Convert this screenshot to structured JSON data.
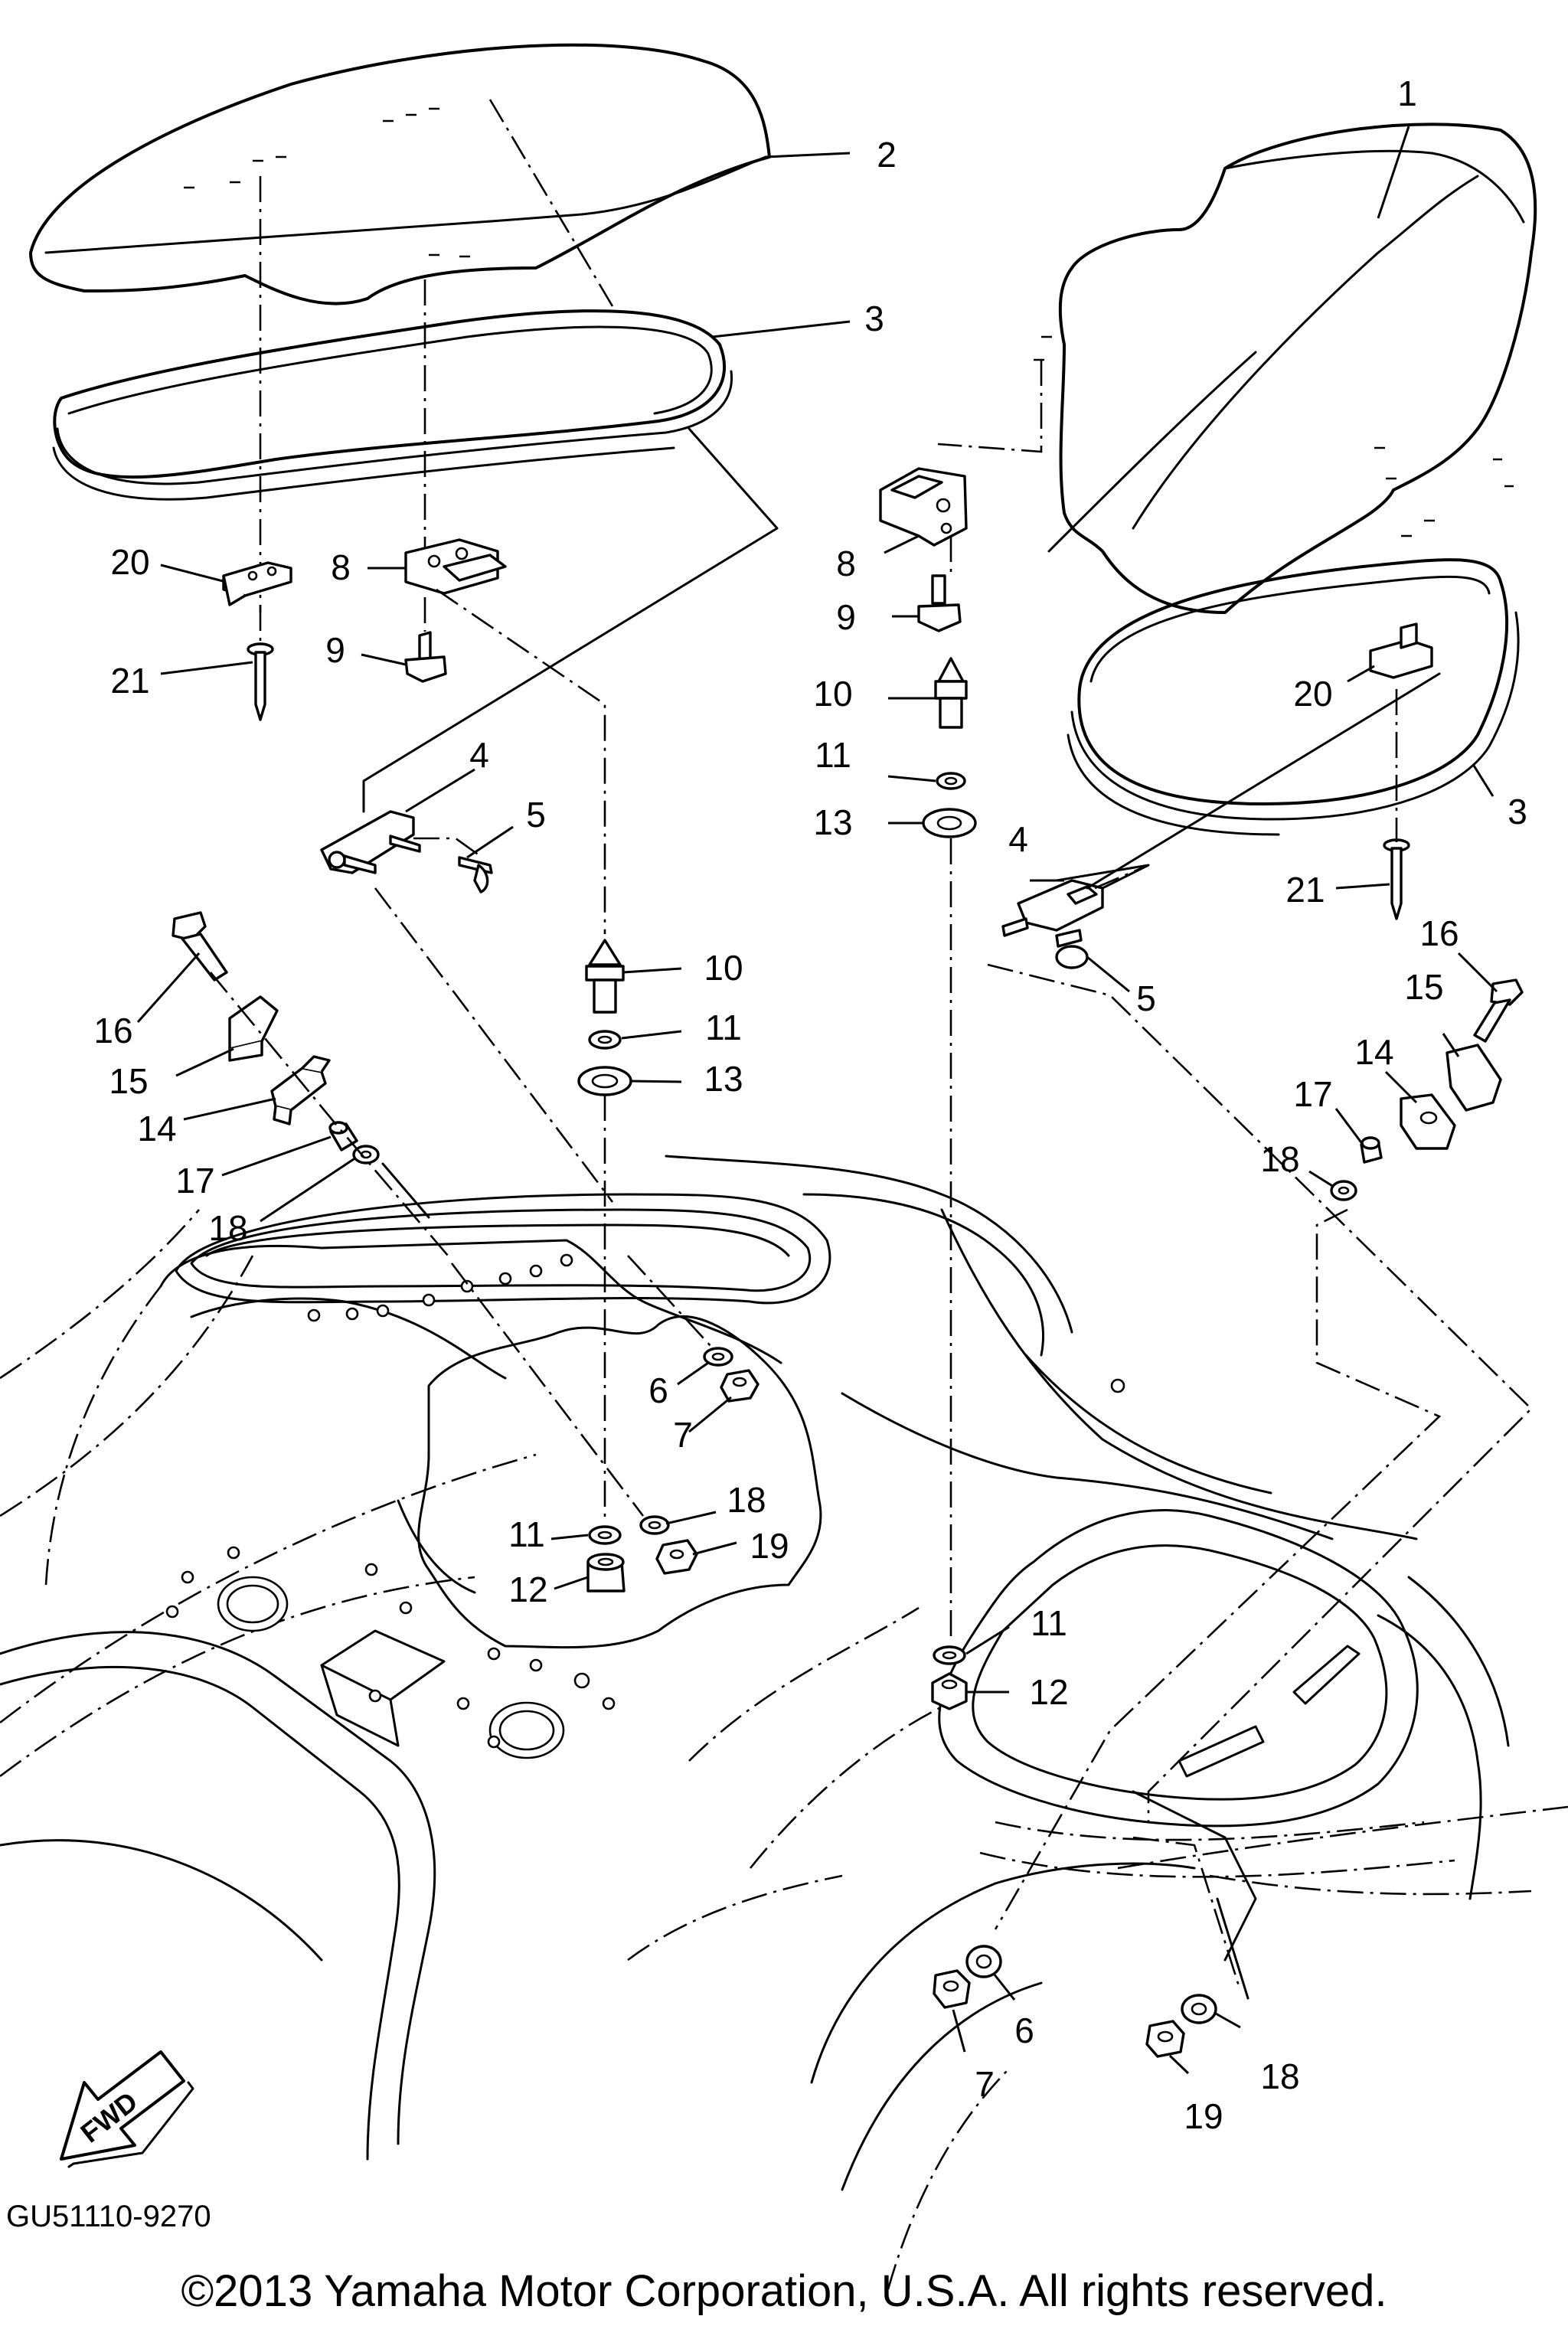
{
  "diagram": {
    "code": "GU51110-9270",
    "copyright": "©2013 Yamaha Motor Corporation, U.S.A. All rights reserved.",
    "fwd_label": "FWD",
    "callouts": [
      {
        "id": "c1",
        "text": "1"
      },
      {
        "id": "c2",
        "text": "2"
      },
      {
        "id": "c3a",
        "text": "3"
      },
      {
        "id": "c3b",
        "text": "3"
      },
      {
        "id": "c4a",
        "text": "4"
      },
      {
        "id": "c4b",
        "text": "4"
      },
      {
        "id": "c5a",
        "text": "5"
      },
      {
        "id": "c5b",
        "text": "5"
      },
      {
        "id": "c6a",
        "text": "6"
      },
      {
        "id": "c6b",
        "text": "6"
      },
      {
        "id": "c7a",
        "text": "7"
      },
      {
        "id": "c7b",
        "text": "7"
      },
      {
        "id": "c8a",
        "text": "8"
      },
      {
        "id": "c8b",
        "text": "8"
      },
      {
        "id": "c9a",
        "text": "9"
      },
      {
        "id": "c9b",
        "text": "9"
      },
      {
        "id": "c10a",
        "text": "10"
      },
      {
        "id": "c10b",
        "text": "10"
      },
      {
        "id": "c11a",
        "text": "11"
      },
      {
        "id": "c11b",
        "text": "11"
      },
      {
        "id": "c11c",
        "text": "11"
      },
      {
        "id": "c11d",
        "text": "11"
      },
      {
        "id": "c12a",
        "text": "12"
      },
      {
        "id": "c12b",
        "text": "12"
      },
      {
        "id": "c13a",
        "text": "13"
      },
      {
        "id": "c13b",
        "text": "13"
      },
      {
        "id": "c14a",
        "text": "14"
      },
      {
        "id": "c14b",
        "text": "14"
      },
      {
        "id": "c15a",
        "text": "15"
      },
      {
        "id": "c15b",
        "text": "15"
      },
      {
        "id": "c16a",
        "text": "16"
      },
      {
        "id": "c16b",
        "text": "16"
      },
      {
        "id": "c17a",
        "text": "17"
      },
      {
        "id": "c17b",
        "text": "17"
      },
      {
        "id": "c18a",
        "text": "18"
      },
      {
        "id": "c18b",
        "text": "18"
      },
      {
        "id": "c18c",
        "text": "18"
      },
      {
        "id": "c18d",
        "text": "18"
      },
      {
        "id": "c19a",
        "text": "19"
      },
      {
        "id": "c19b",
        "text": "19"
      },
      {
        "id": "c20a",
        "text": "20"
      },
      {
        "id": "c20b",
        "text": "20"
      },
      {
        "id": "c21a",
        "text": "21"
      },
      {
        "id": "c21b",
        "text": "21"
      }
    ]
  }
}
